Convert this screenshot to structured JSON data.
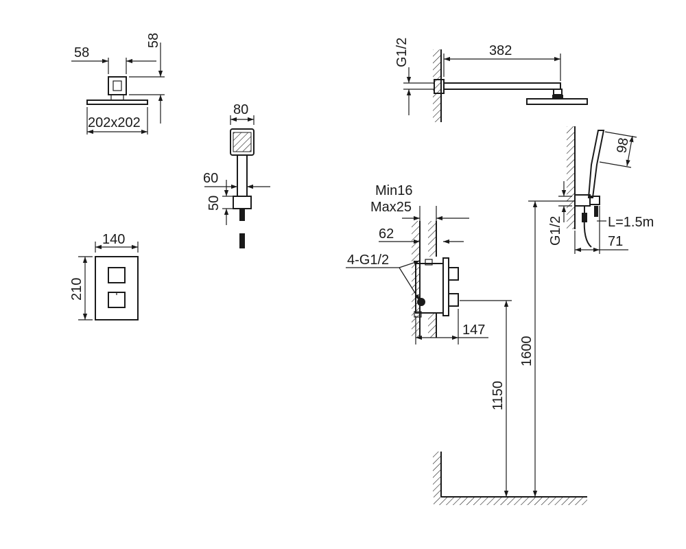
{
  "colors": {
    "ink": "#1a1a1a",
    "background": "#ffffff"
  },
  "shower_head_top": {
    "height_label": "58",
    "width_label": "58",
    "size_label": "202x202"
  },
  "hand_shower": {
    "width_label": "80",
    "bracket_width_label": "60",
    "bracket_height_label": "50"
  },
  "control_panel": {
    "width_label": "140",
    "height_label": "210"
  },
  "shower_arm": {
    "thread_label": "G1/2",
    "length_label": "382"
  },
  "wall_thickness": {
    "min_label": "Min16",
    "max_label": "Max25",
    "valve_depth_label": "62",
    "inlets_label": "4-G1/2",
    "panel_depth_label": "147"
  },
  "installation_heights": {
    "valve_height_label": "1150",
    "outlet_height_label": "1600"
  },
  "hand_shower_holder": {
    "length_label": "98",
    "hose_label": "L=1.5m",
    "thread_label": "G1/2",
    "offset_label": "71"
  }
}
